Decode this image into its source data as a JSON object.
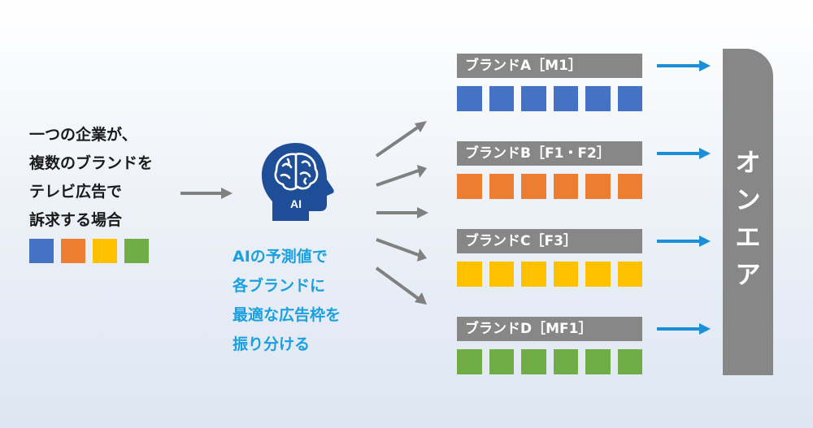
{
  "intro": {
    "lines": [
      "一つの企業が、",
      "複数のブランドを",
      "テレビ広告で",
      "訴求する場合"
    ],
    "swatch_colors": [
      "#4472c4",
      "#ed7d31",
      "#ffc000",
      "#70ad47"
    ]
  },
  "ai": {
    "icon_label": "AI",
    "icon_color": "#1f4e99",
    "description_lines": [
      "AIの予測値で",
      "各ブランドに",
      "最適な広告枠を",
      "振り分ける"
    ],
    "text_color": "#1aa0e0"
  },
  "brands": [
    {
      "label": "ブランドA［M1］",
      "color": "#4472c4",
      "slots": 6
    },
    {
      "label": "ブランドB［F1・F2］",
      "color": "#ed7d31",
      "slots": 6
    },
    {
      "label": "ブランドC［F3］",
      "color": "#ffc000",
      "slots": 6
    },
    {
      "label": "ブランドD［MF1］",
      "color": "#70ad47",
      "slots": 6
    }
  ],
  "onair": {
    "chars": [
      "オ",
      "ン",
      "エ",
      "ア"
    ]
  },
  "colors": {
    "arrow_gray": "#808080",
    "arrow_blue": "#1a8fd8",
    "label_gray": "#878787"
  }
}
